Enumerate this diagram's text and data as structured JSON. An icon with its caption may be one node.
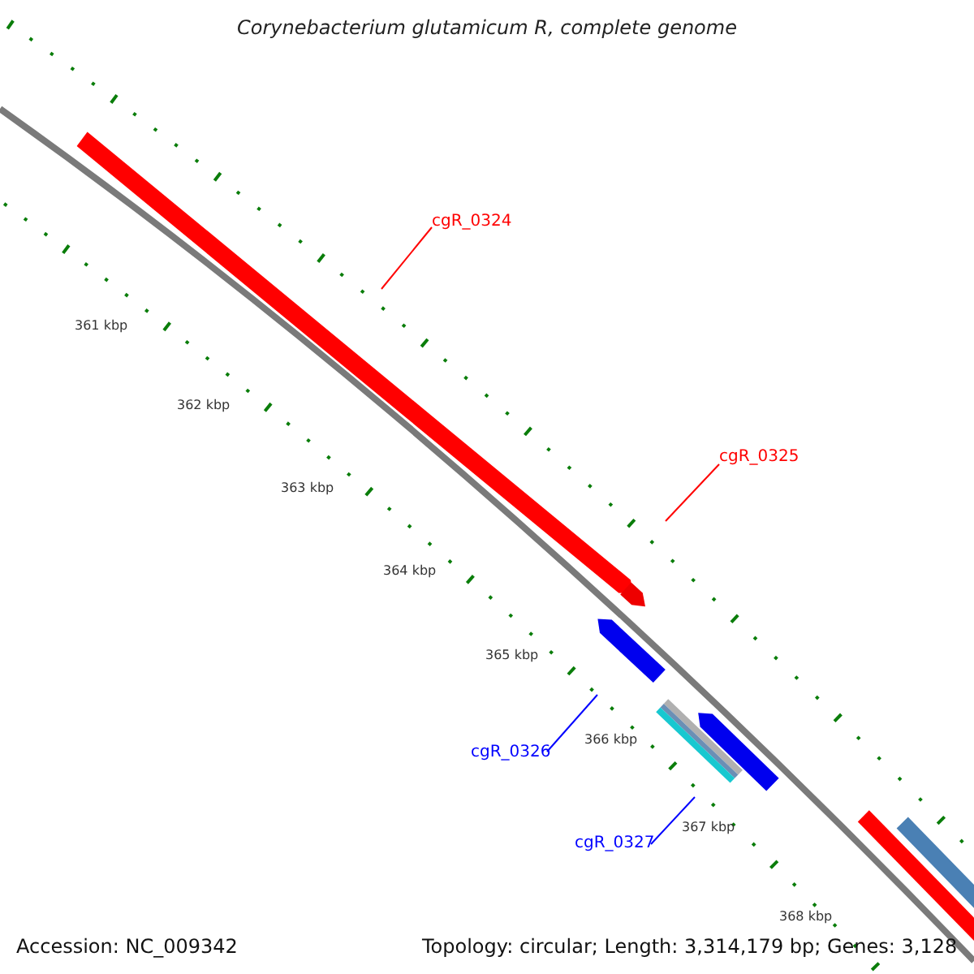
{
  "diagram": {
    "title": "Corynebacterium glutamicum R, complete genome",
    "nodes": [
      {
        "text": [
          "cgR_0324"
        ]
      },
      {
        "text": [
          "cgR_0325"
        ]
      },
      {
        "text": [
          "cgR_0326"
        ]
      },
      {
        "text": [
          "cgR_0327"
        ]
      }
    ],
    "edges": [
      {
        "from": 0,
        "to": null,
        "arrow": "none",
        "color": "#ff0000"
      },
      {
        "from": 1,
        "to": null,
        "arrow": "none",
        "color": "#ff0000"
      },
      {
        "from": 2,
        "to": null,
        "arrow": "none",
        "color": "#0000ff"
      },
      {
        "from": 3,
        "to": null,
        "arrow": "none",
        "color": "#0000ff"
      }
    ],
    "labels": [
      "361 kbp",
      "362 kbp",
      "363 kbp",
      "364 kbp",
      "365 kbp",
      "366 kbp",
      "367 kbp",
      "368 kbp",
      "Accession: NC_009342",
      "Topology: circular; Length: 3,314,179 bp; Genes: 3,128"
    ]
  }
}
